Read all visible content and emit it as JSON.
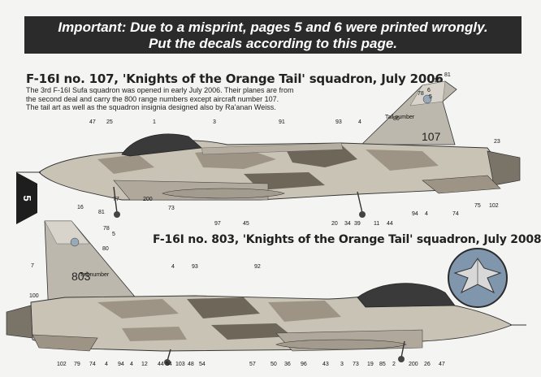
{
  "notice": {
    "line1": "Important: Due to a misprint, pages 5 and 6 were printed wrongly.",
    "line2": "Put the decals according to this page."
  },
  "page_number": "5",
  "aircraft1": {
    "title": "F-16I no. 107, 'Knights of the Orange Tail' squadron, July 2006",
    "description": [
      "The 3rd F-16I Sufa squadron was opened in early July 2006. Their planes are from",
      "the second deal and carry the 800 range numbers except aircraft number 107.",
      "The tail art as well as the squadron insignia designed also by Ra'anan Weiss."
    ],
    "tail_number": "107",
    "tail_number_label": "Tail number",
    "callouts": [
      "81",
      "16",
      "6",
      "5",
      "78",
      "80",
      "23",
      "47",
      "25",
      "1",
      "3",
      "91",
      "93",
      "4",
      "77",
      "200",
      "73",
      "97",
      "45",
      "20",
      "34",
      "39",
      "11",
      "44",
      "94",
      "4",
      "74",
      "75",
      "102"
    ]
  },
  "aircraft2": {
    "title": "F-16I no. 803, 'Knights of the Orange Tail' squadron, July 2008",
    "tail_number": "803",
    "tail_number_label": "Tail number",
    "callouts": [
      "16",
      "81",
      "78",
      "5",
      "7",
      "80",
      "4",
      "93",
      "92",
      "100",
      "102",
      "79",
      "74",
      "4",
      "94",
      "4",
      "12",
      "44",
      "54",
      "103",
      "48",
      "54",
      "57",
      "50",
      "36",
      "96",
      "43",
      "3",
      "73",
      "19",
      "85",
      "2",
      "200",
      "26",
      "47"
    ]
  },
  "colors": {
    "banner": "#2b2b2b",
    "camo_light": "#c9c3b6",
    "camo_mid": "#9d9486",
    "camo_dark": "#6e6659",
    "orange_tail": "#bdb8ad"
  }
}
